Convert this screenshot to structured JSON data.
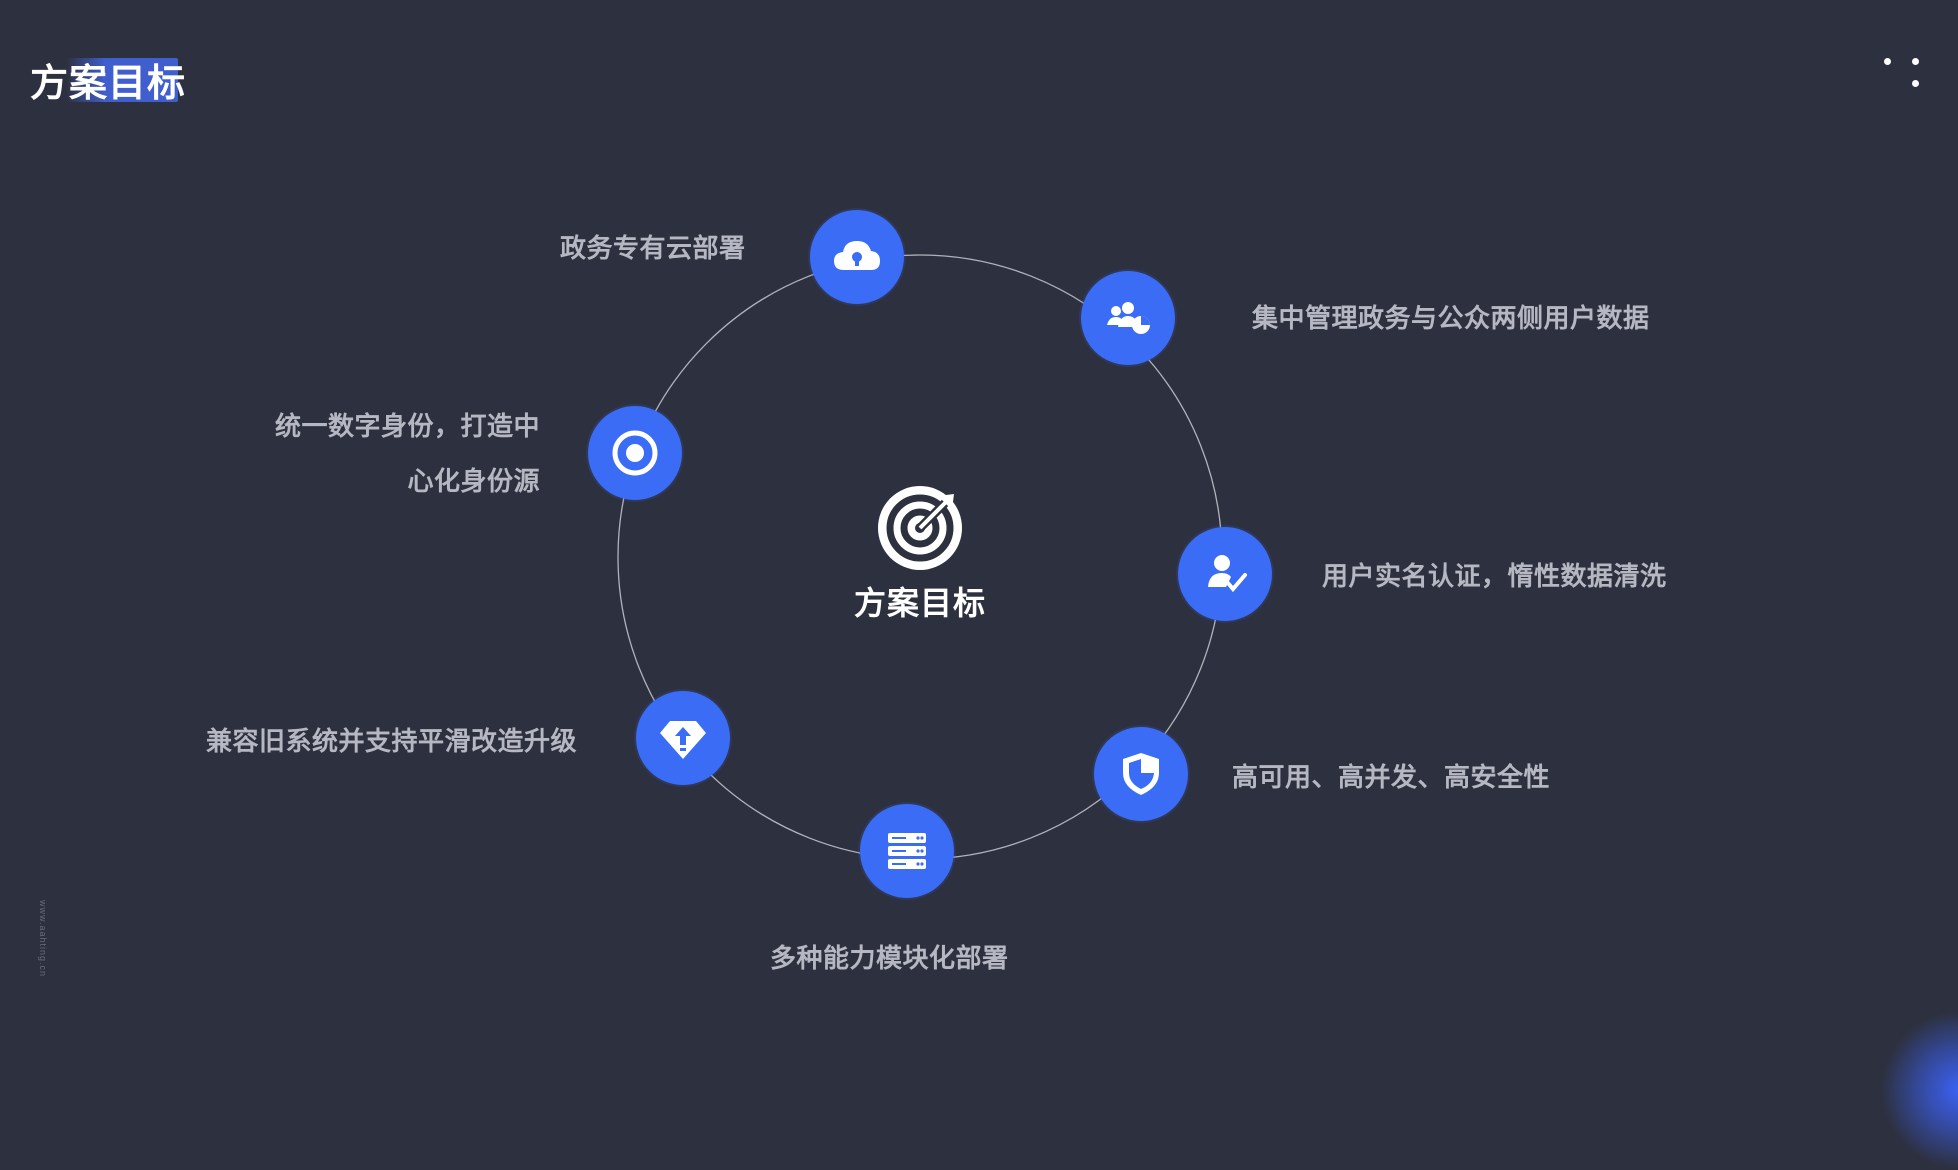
{
  "header": {
    "title": "方案目标"
  },
  "center": {
    "label": "方案目标"
  },
  "goals": [
    {
      "label": "政务专有云部署"
    },
    {
      "label": "集中管理政务与公众两侧用户数据"
    },
    {
      "label": "用户实名认证，惰性数据清洗"
    },
    {
      "label": "高可用、高并发、高安全性"
    },
    {
      "label": "多种能力模块化部署"
    },
    {
      "label": "兼容旧系统并支持平滑改造升级"
    },
    {
      "label_line1": "统一数字身份，打造中",
      "label_line2": "心化身份源"
    }
  ],
  "footer": {
    "vertical_text": "www.aahting.cn"
  },
  "colors": {
    "background": "#2d303e",
    "accent": "#3b6cf6",
    "text": "#ffffff",
    "muted": "#b5b7c2"
  },
  "icons": [
    "cloud-lock-icon",
    "users-chart-icon",
    "user-check-icon",
    "shield-icon",
    "server-icon",
    "diamond-upload-icon",
    "target-dot-icon",
    "target-arrow-icon",
    "more-dots-icon"
  ]
}
